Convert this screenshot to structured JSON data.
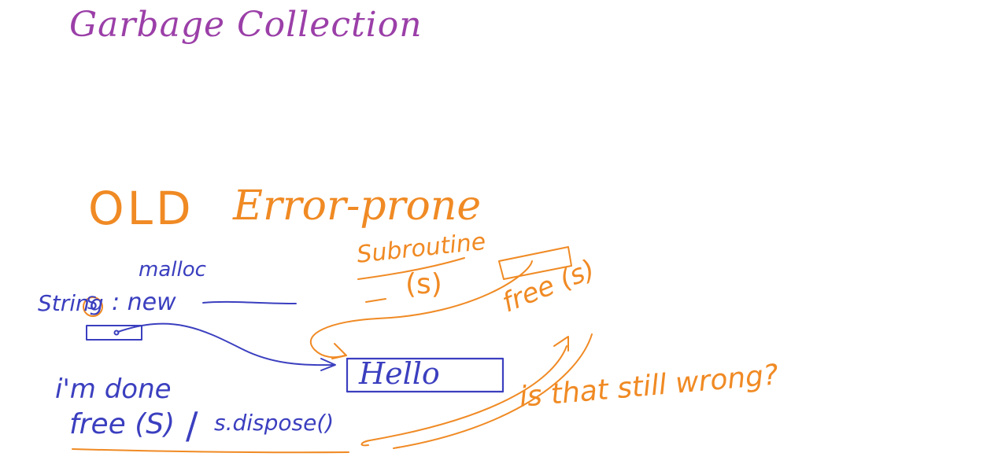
{
  "colors": {
    "purple": "#9b3fa8",
    "orange": "#f08a24",
    "blue": "#3b3fbf"
  },
  "whiteboard": {
    "title": "Garbage Collection",
    "old_label": "OLD",
    "error_prone_label": "Error-prone",
    "malloc_label": "malloc",
    "string_decl": "String",
    "var_s": "S",
    "assign_new": ": new",
    "hello_label": "Hello",
    "im_done_label": "i'm done",
    "free_call": "free (S)",
    "slash": "/",
    "dispose_call": "s.dispose()",
    "subroutine_label": "Subroutine",
    "subroutine_args": "(s)",
    "free_s_call": "free (s)",
    "question_label": "is that still wrong?"
  }
}
